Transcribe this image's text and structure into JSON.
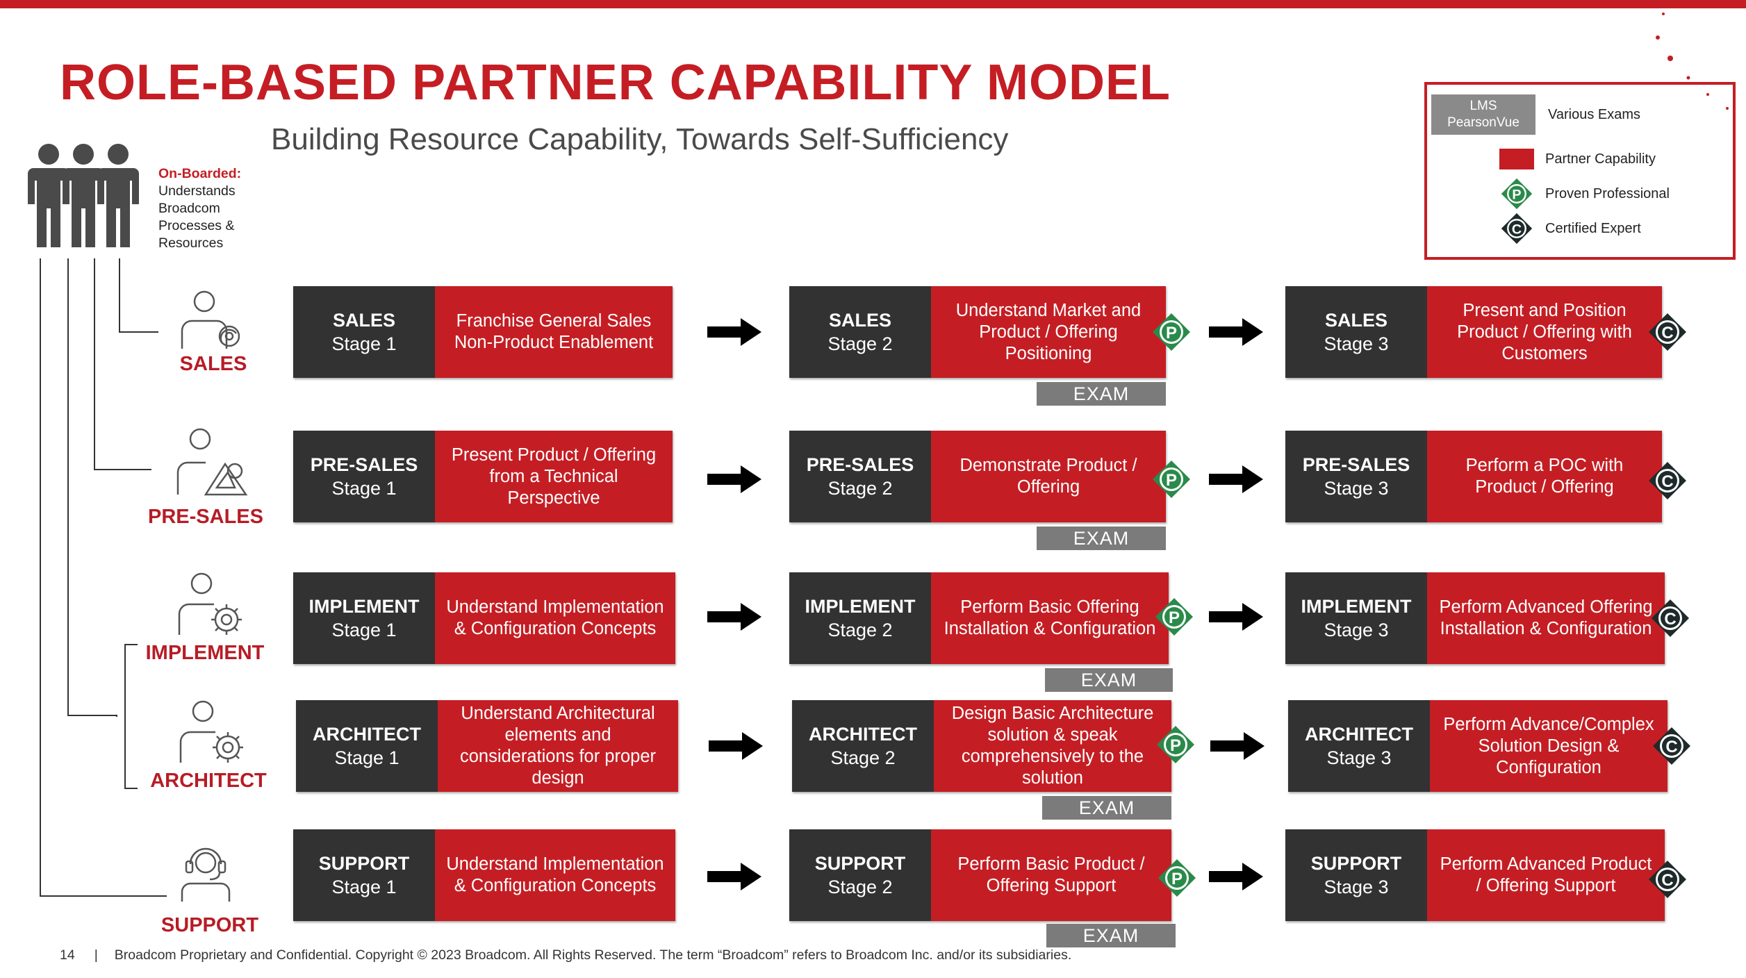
{
  "header": {
    "title": "ROLE-BASED PARTNER CAPABILITY MODEL",
    "subtitle": "Building Resource Capability, Towards Self-Sufficiency"
  },
  "onboard": {
    "heading": "On-Boarded:",
    "lines": [
      "Understands",
      "Broadcom",
      "Processes &",
      "Resources"
    ]
  },
  "legend": {
    "lms_line1": "LMS",
    "lms_line2": "PearsonVue",
    "various": "Various Exams",
    "partner": "Partner Capability",
    "proven": "Proven Professional",
    "certified": "Certified Expert",
    "proven_letter": "P",
    "certified_letter": "C"
  },
  "exam_label": "EXAM",
  "rows": [
    {
      "label": "SALES",
      "stage1": {
        "role": "SALES",
        "stage": "Stage 1",
        "text": "Franchise General Sales Non-Product Enablement"
      },
      "stage2": {
        "role": "SALES",
        "stage": "Stage 2",
        "text": "Understand Market and Product / Offering Positioning"
      },
      "stage3": {
        "role": "SALES",
        "stage": "Stage 3",
        "text": "Present and Position Product / Offering with Customers"
      }
    },
    {
      "label": "PRE-SALES",
      "stage1": {
        "role": "PRE-SALES",
        "stage": "Stage 1",
        "text": "Present Product / Offering from a Technical Perspective"
      },
      "stage2": {
        "role": "PRE-SALES",
        "stage": "Stage 2",
        "text": "Demonstrate Product / Offering"
      },
      "stage3": {
        "role": "PRE-SALES",
        "stage": "Stage 3",
        "text": "Perform a POC with Product / Offering"
      }
    },
    {
      "label": "IMPLEMENT",
      "stage1": {
        "role": "IMPLEMENT",
        "stage": "Stage 1",
        "text": "Understand Implementation & Configuration Concepts"
      },
      "stage2": {
        "role": "IMPLEMENT",
        "stage": "Stage 2",
        "text": "Perform Basic Offering Installation & Configuration"
      },
      "stage3": {
        "role": "IMPLEMENT",
        "stage": "Stage 3",
        "text": "Perform Advanced Offering Installation & Configuration"
      }
    },
    {
      "label": "ARCHITECT",
      "stage1": {
        "role": "ARCHITECT",
        "stage": "Stage 1",
        "text": "Understand Architectural elements and considerations for proper design"
      },
      "stage2": {
        "role": "ARCHITECT",
        "stage": "Stage 2",
        "text": "Design Basic Architecture solution & speak comprehensively  to the solution"
      },
      "stage3": {
        "role": "ARCHITECT",
        "stage": "Stage 3",
        "text": "Perform Advance/Complex Solution Design & Configuration"
      }
    },
    {
      "label": "SUPPORT",
      "stage1": {
        "role": "SUPPORT",
        "stage": "Stage 1",
        "text": "Understand Implementation & Configuration Concepts"
      },
      "stage2": {
        "role": "SUPPORT",
        "stage": "Stage 2",
        "text": "Perform Basic Product / Offering Support"
      },
      "stage3": {
        "role": "SUPPORT",
        "stage": "Stage 3",
        "text": "Perform Advanced Product / Offering Support"
      }
    }
  ],
  "footer": {
    "page": "14",
    "separator": "|",
    "text": "Broadcom Proprietary and Confidential.  Copyright © 2023 Broadcom.  All Rights Reserved. The term “Broadcom” refers to Broadcom Inc. and/or its subsidiaries."
  },
  "colors": {
    "brand_red": "#c41e24",
    "dark": "#323232",
    "badge_green": "#2a8a4a",
    "exam_gray": "#7b7b7b"
  }
}
